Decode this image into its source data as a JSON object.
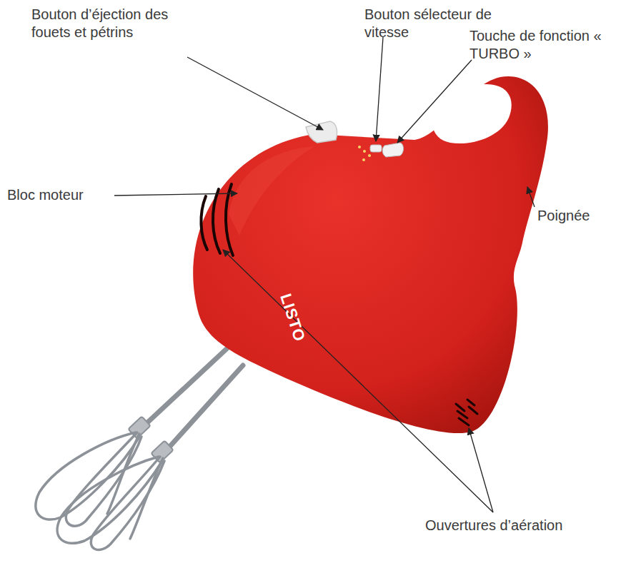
{
  "diagram": {
    "labels": [
      "Bouton d’éjection des fouets et pétrins",
      "Bouton sélecteur de vitesse",
      "Touche de fonction « TURBO »",
      "Bloc moteur",
      "Poignée",
      "Ouvertures d’aération",
      "LISTO"
    ]
  }
}
